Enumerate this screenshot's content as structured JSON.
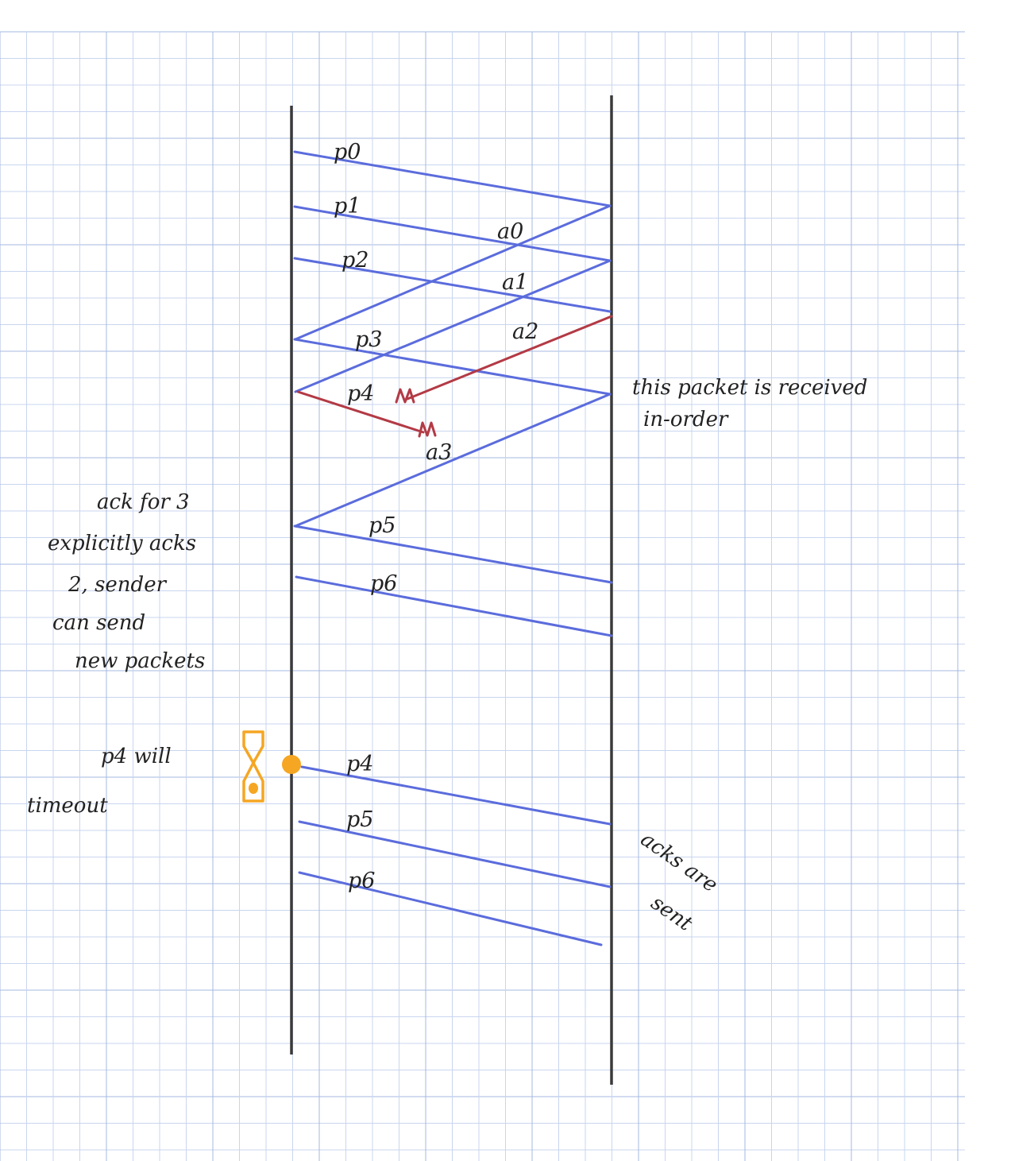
{
  "colors": {
    "grid": "#c9d5ef",
    "grid_major": "#a6b8e2",
    "timeline": "#3a3a3a",
    "packet": "#5b6cdc",
    "lost": "#b33a45",
    "timer": "#f5a623"
  },
  "labels": {
    "p0": "p0",
    "p1": "p1",
    "p2": "p2",
    "p3": "p3",
    "p4": "p4",
    "p5": "p5",
    "p6": "p6",
    "a0": "a0",
    "a1": "a1",
    "a2": "a2",
    "a3": "a3",
    "p4_retx": "p4",
    "p5_retx": "p5",
    "p6_retx": "p6"
  },
  "notes": {
    "in_order_1": "this packet is received",
    "in_order_2": "in-order",
    "ack_1": "ack for 3",
    "ack_2": "explicitly acks",
    "ack_3": "2, sender",
    "ack_4": "can send",
    "ack_5": "new packets",
    "timeout_1": "p4 will",
    "timeout_2": "timeout",
    "acks_sent_1": "acks are",
    "acks_sent_2": "sent"
  },
  "icons": {
    "timer": "hourglass-icon",
    "timer_dot": "timeout-dot-icon",
    "loss": "loss-mark-icon"
  }
}
